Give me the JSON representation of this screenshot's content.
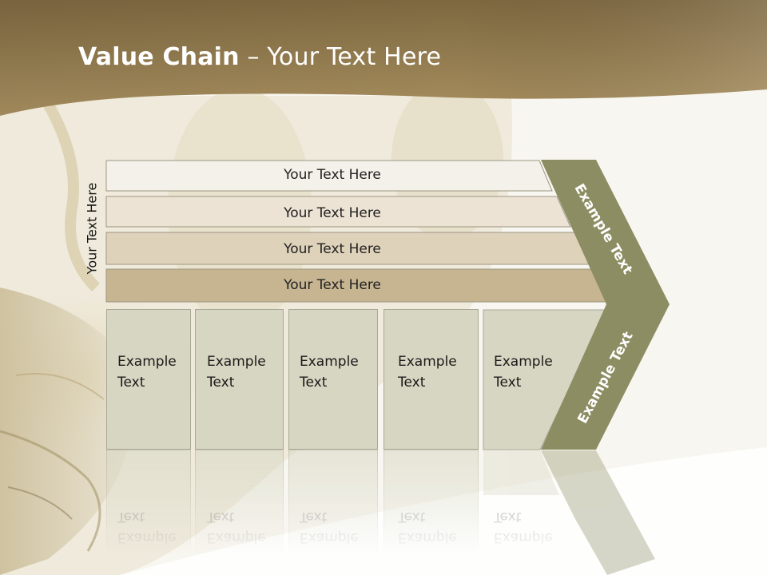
{
  "title": {
    "bold": "Value Chain",
    "rest": " – Your Text Here"
  },
  "side_label": "Your Text Here",
  "rows": [
    {
      "text": "Your Text Here",
      "color": "#f3f1ea"
    },
    {
      "text": "Your Text Here",
      "color": "#ece3d4"
    },
    {
      "text": "Your Text Here",
      "color": "#dfd2bb"
    },
    {
      "text": "Your Text Here",
      "color": "#c7b592"
    }
  ],
  "columns": [
    {
      "line1": "Example",
      "line2": "Text"
    },
    {
      "line1": "Example",
      "line2": "Text"
    },
    {
      "line1": "Example",
      "line2": "Text"
    },
    {
      "line1": "Example",
      "line2": "Text"
    },
    {
      "line1": "Example",
      "line2": "Text"
    }
  ],
  "chevron": {
    "upper_text": "Example Text",
    "lower_text": "Example Text",
    "color": "#8d8d63"
  },
  "colors": {
    "header_brown": "#8f7a4e",
    "cell_fill": "#d6d6c2"
  }
}
